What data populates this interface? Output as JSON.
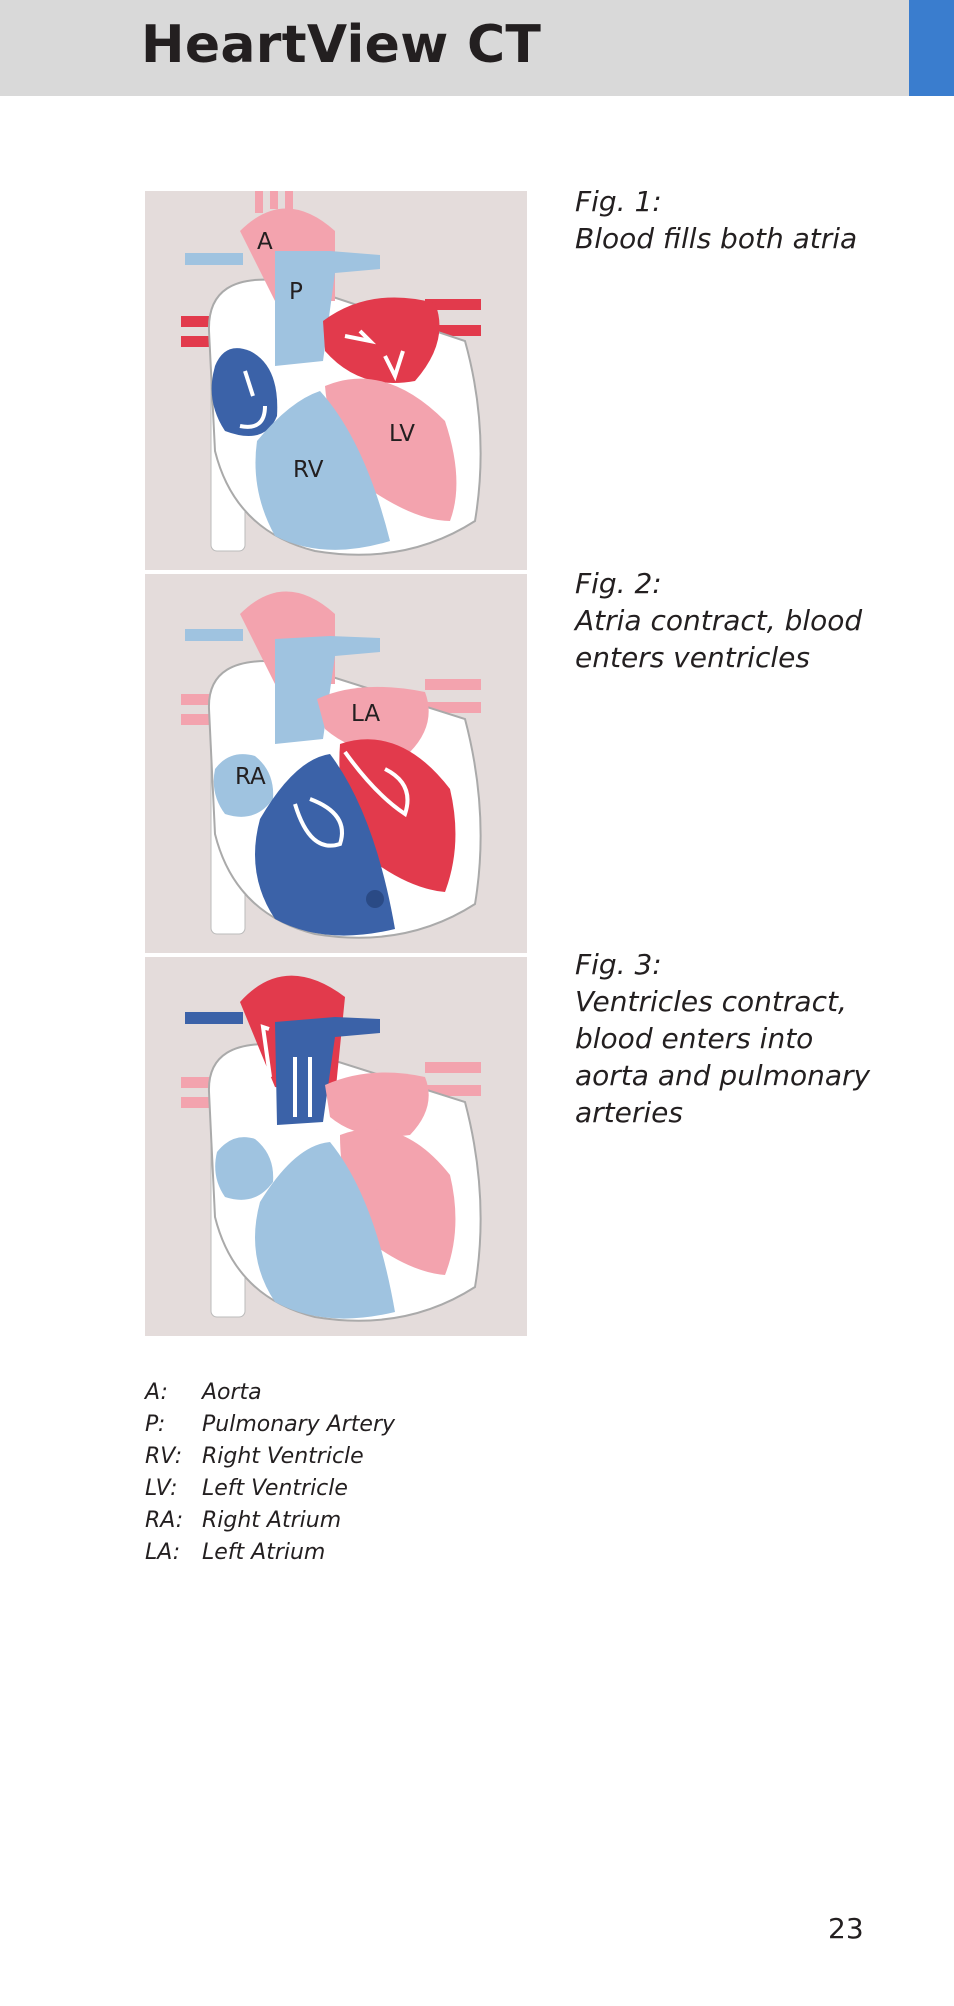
{
  "header": {
    "title": "HeartView CT",
    "accent_color": "#3a7dce",
    "bar_color": "#d9d9d9"
  },
  "figures": [
    {
      "caption": "Fig. 1:",
      "caption_lines": [
        "Blood fills both atria"
      ],
      "labels": {
        "aorta": "A",
        "pulmonary": "P",
        "lv": "LV",
        "rv": "RV"
      }
    },
    {
      "caption": "Fig. 2:",
      "caption_lines": [
        "Atria contract, blood",
        "enters ventricles"
      ],
      "labels": {
        "la": "LA",
        "ra": "RA"
      }
    },
    {
      "caption": "Fig. 3:",
      "caption_lines": [
        "Ventricles contract,",
        "blood enters into",
        "aorta and pulmonary",
        "arteries"
      ],
      "labels": {}
    }
  ],
  "legend": [
    {
      "abbr": "A:",
      "text": "Aorta"
    },
    {
      "abbr": "P:",
      "text": "Pulmonary Artery"
    },
    {
      "abbr": "RV:",
      "text": "Right Ventricle"
    },
    {
      "abbr": "LV:",
      "text": "Left Ventricle"
    },
    {
      "abbr": "RA:",
      "text": "Right Atrium"
    },
    {
      "abbr": "LA:",
      "text": "Left Atrium"
    }
  ],
  "page_number": "23",
  "colors": {
    "oxygenated_dark": "#e23a4c",
    "oxygenated_light": "#f3a3ae",
    "deoxygenated_dark": "#3b62a8",
    "deoxygenated_light": "#9fc3e0",
    "figure_background": "#e4dcdb"
  }
}
